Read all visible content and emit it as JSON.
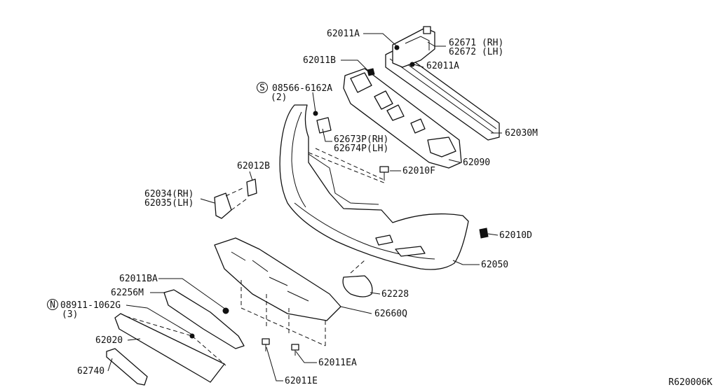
{
  "diagram": {
    "ref_code": "R620006K",
    "labels": {
      "p62011A_top": "62011A",
      "p62671": "62671 (RH)",
      "p62672": "62672 (LH)",
      "p62011A_right": "62011A",
      "p62011B": "62011B",
      "p08566": "08566-6162A",
      "p08566_qty": "(2)",
      "p62673": "62673P(RH)",
      "p62674": "62674P(LH)",
      "p62030M": "62030M",
      "p62090": "62090",
      "p62012B": "62012B",
      "p62010F": "62010F",
      "p62034": "62034(RH)",
      "p62035": "62035(LH)",
      "p62010D": "62010D",
      "p62050": "62050",
      "p62011BA": "62011BA",
      "p62256M": "62256M",
      "p62228": "62228",
      "p08911": "08911-1062G",
      "p08911_qty": "(3)",
      "p62660Q": "62660Q",
      "p62020": "62020",
      "p62740": "62740",
      "p62011EA": "62011EA",
      "p62011E": "62011E"
    },
    "symbols": {
      "s_mark": "S",
      "n_mark": "N"
    }
  }
}
